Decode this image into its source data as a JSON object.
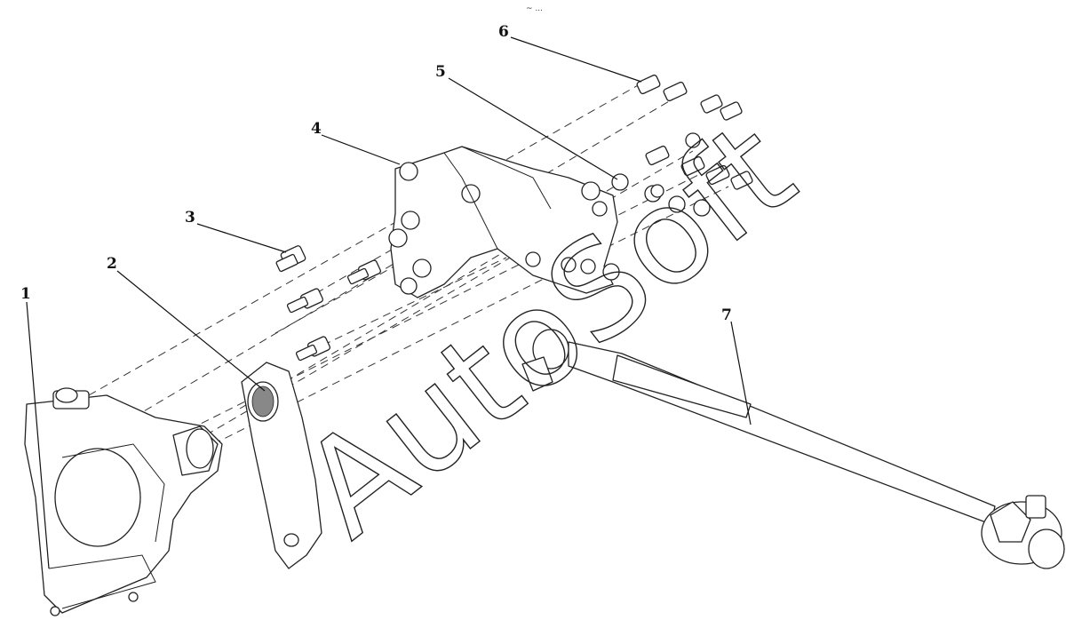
{
  "top_mark": "~ ...",
  "watermark": "AutoSoft",
  "callouts": [
    {
      "id": "1",
      "label": "1"
    },
    {
      "id": "2",
      "label": "2"
    },
    {
      "id": "3",
      "label": "3"
    },
    {
      "id": "4",
      "label": "4"
    },
    {
      "id": "5",
      "label": "5"
    },
    {
      "id": "6",
      "label": "6"
    },
    {
      "id": "7",
      "label": "7"
    }
  ],
  "colors": {
    "ink": "#222222",
    "background": "#ffffff"
  }
}
